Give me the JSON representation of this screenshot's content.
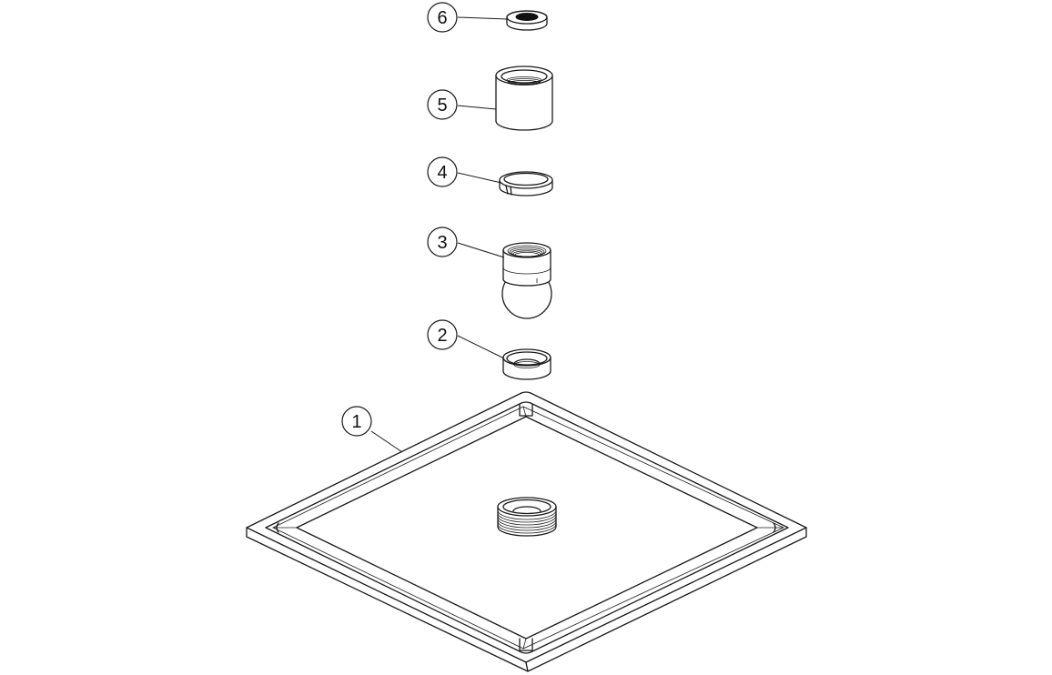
{
  "diagram": {
    "type": "exploded-view parts diagram",
    "subject": "square shower head assembly",
    "line_color": "#1a1a1a",
    "background": "#ffffff",
    "callouts": [
      {
        "number": "1",
        "part": "square-shower-head-plate"
      },
      {
        "number": "2",
        "part": "cup-washer"
      },
      {
        "number": "3",
        "part": "ball-joint-threaded-connector"
      },
      {
        "number": "4",
        "part": "split-ring"
      },
      {
        "number": "5",
        "part": "threaded-nut"
      },
      {
        "number": "6",
        "part": "rubber-washer"
      }
    ]
  }
}
